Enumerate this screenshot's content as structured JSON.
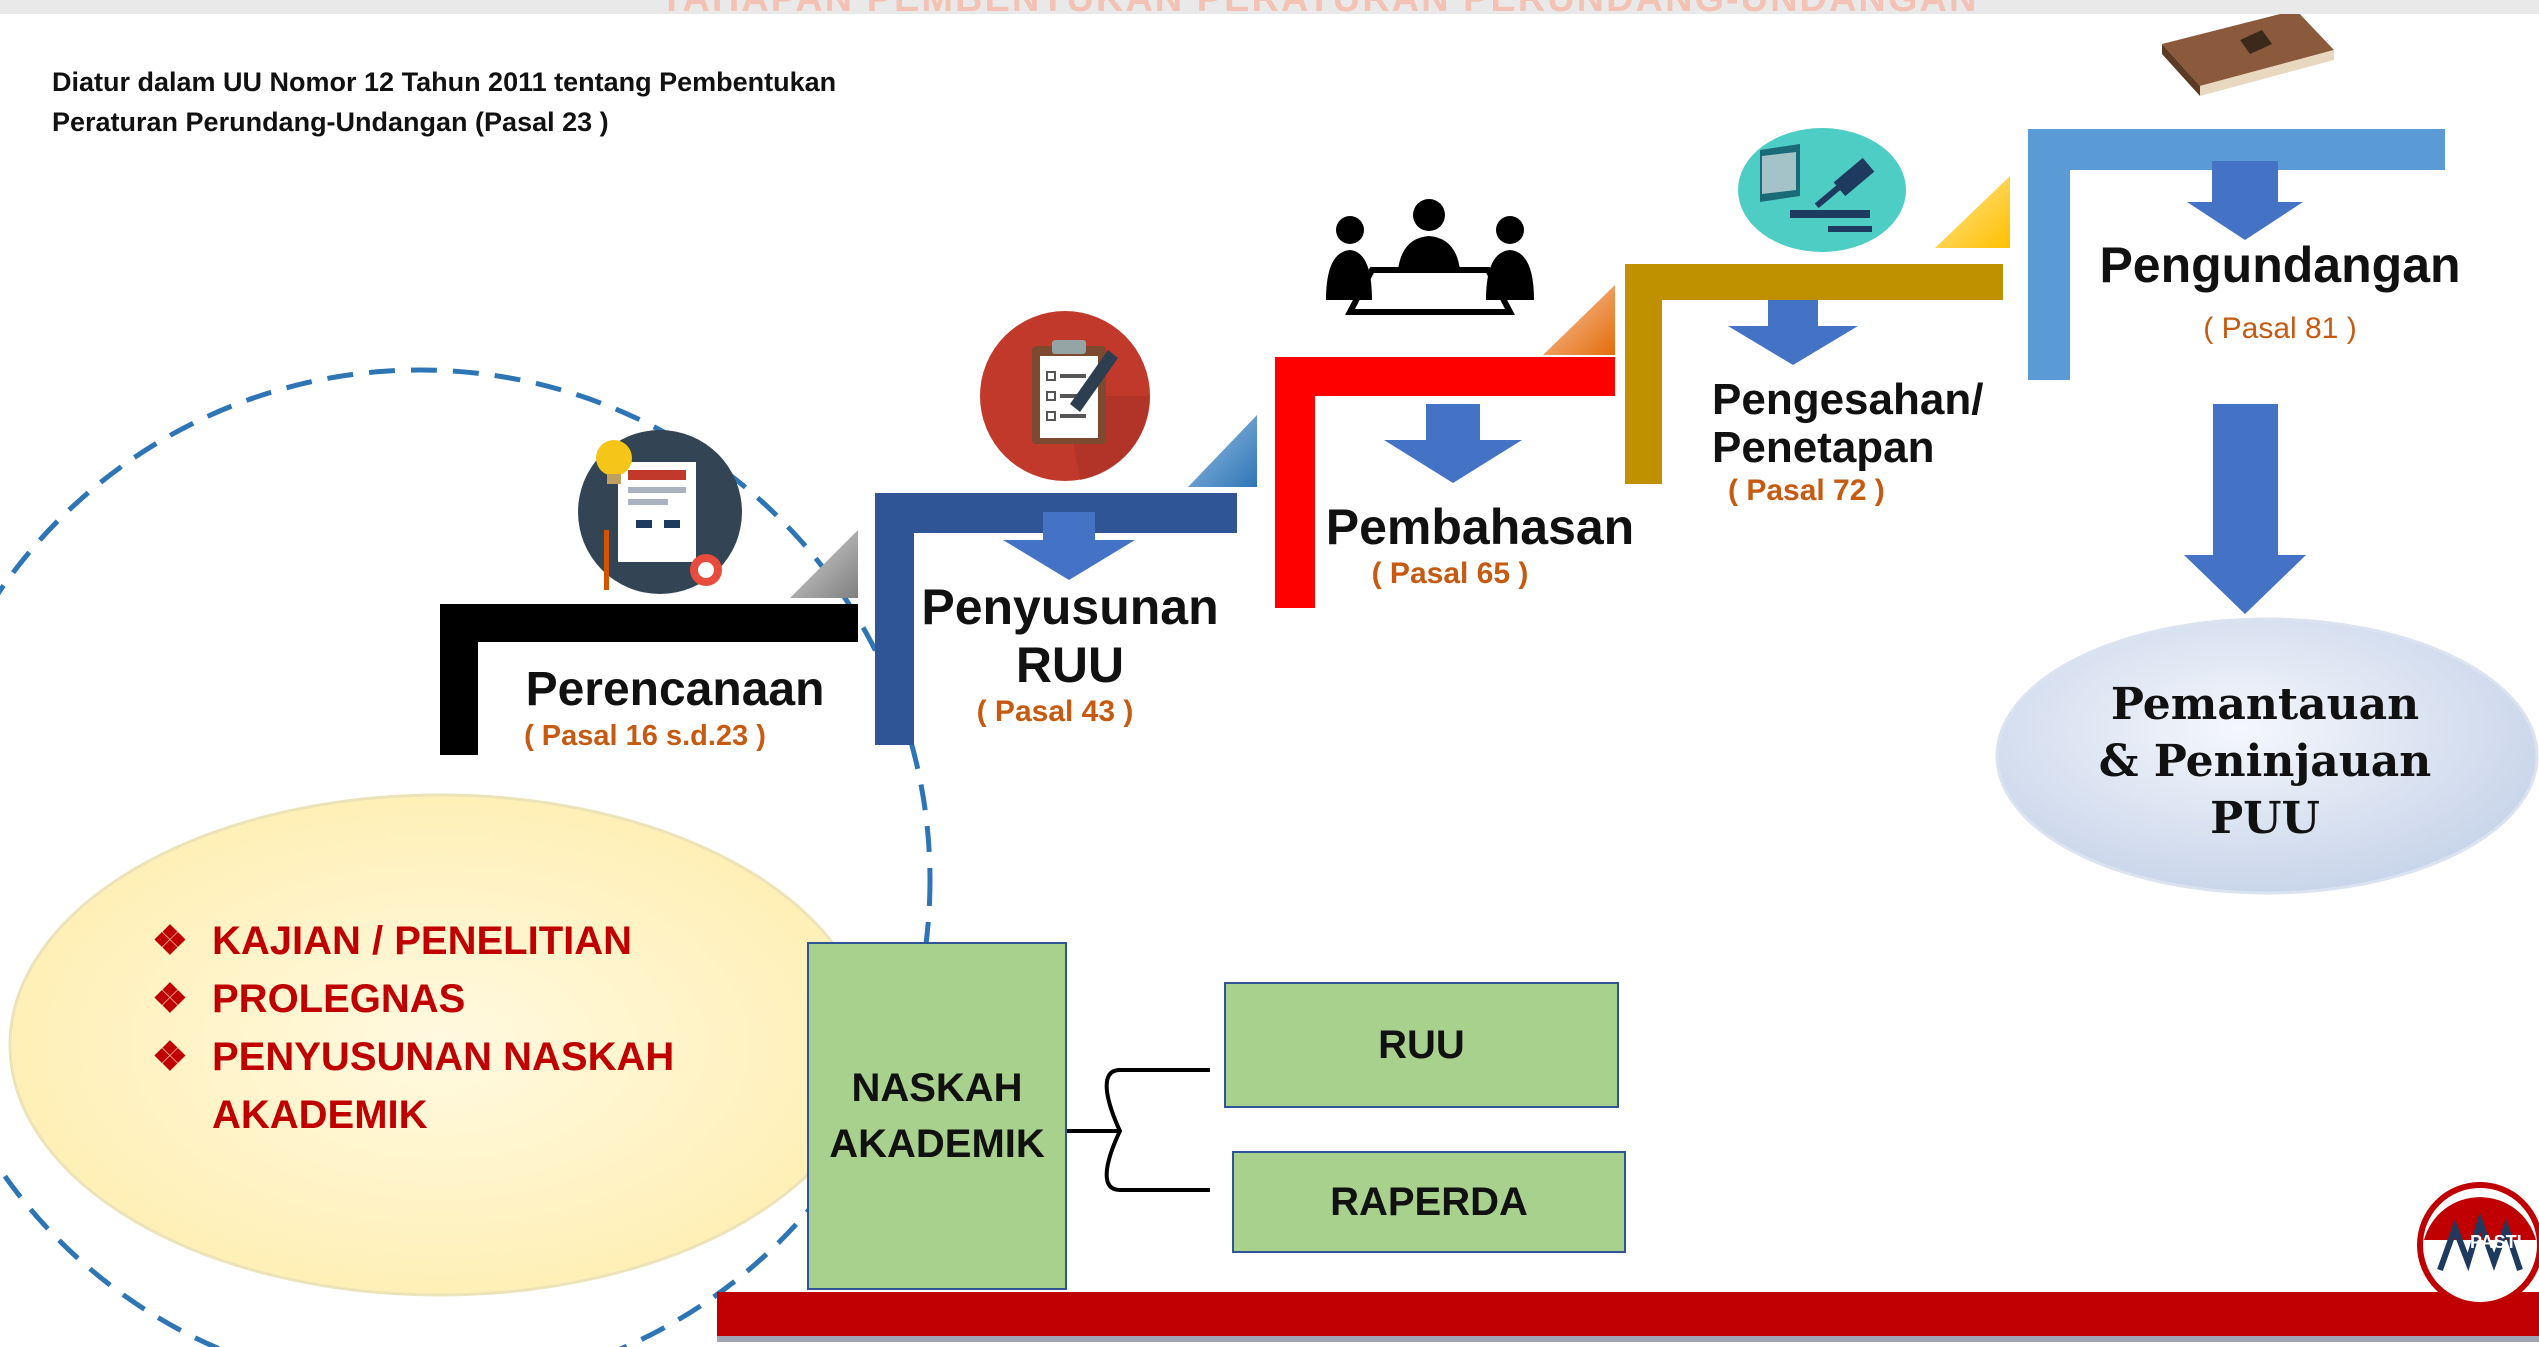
{
  "header": {
    "faded_title": "TAHAPAN PEMBENTUKAN PERATURAN PERUNDANG-UNDANGAN",
    "intro_line1": "Diatur dalam UU Nomor 12 Tahun 2011 tentang Pembentukan",
    "intro_line2": "Peraturan Perundang-Undangan (Pasal 23 )"
  },
  "stages": [
    {
      "label": "Perencanaan",
      "pasal": "( Pasal 16 s.d.23 )",
      "color": "#000000",
      "icon": "document-lightbulb-icon"
    },
    {
      "label_line1": "Penyusunan",
      "label_line2": "RUU",
      "pasal": "( Pasal 43 )",
      "color": "#2f5597",
      "icon": "clipboard-pen-icon"
    },
    {
      "label": "Pembahasan",
      "pasal": "( Pasal 65 )",
      "color": "#ff0000",
      "icon": "meeting-people-icon"
    },
    {
      "label_line1": "Pengesahan/",
      "label_line2": "Penetapan",
      "pasal": "( Pasal 72 )",
      "color": "#bf9000",
      "icon": "gavel-book-icon"
    },
    {
      "label": "Pengundangan",
      "pasal": "( Pasal 81 )",
      "color": "#5b9bd5",
      "icon": "law-book-icon"
    }
  ],
  "monitoring": {
    "line1": "Pemantauan",
    "line2": "& Peninjauan",
    "line3": "PUU"
  },
  "planning_items": {
    "bullet": "❖",
    "items": [
      "KAJIAN / PENELITIAN",
      "PROLEGNAS",
      "PENYUSUNAN NASKAH",
      "AKADEMIK"
    ]
  },
  "naskah": {
    "line1": "NASKAH",
    "line2": "AKADEMIK"
  },
  "outputs": {
    "ruu": "RUU",
    "raperda": "RAPERDA"
  },
  "colors": {
    "accent_red": "#c00000",
    "pasal_orange": "#c65a11",
    "arrow_blue": "#4472c4",
    "box_green": "#a9d18e"
  },
  "logo": {
    "text": "PASTI",
    "icon": "pasti-logo-icon"
  }
}
